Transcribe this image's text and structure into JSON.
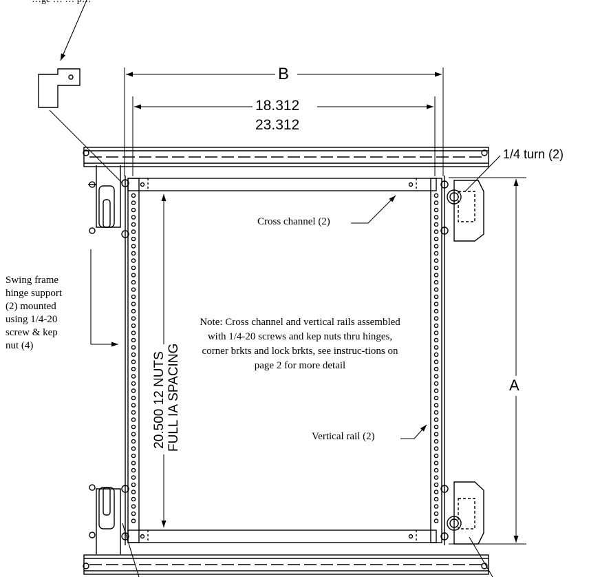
{
  "header_fragment": "…ge … … p…",
  "dimensions": {
    "B": "B",
    "width_line1": "18.312",
    "width_line2": "23.312",
    "height_line1": "20.500  12 NUTS",
    "height_line2": "FULL IA SPACING",
    "A": "A"
  },
  "callouts": {
    "quarter_turn": "1/4 turn (2)",
    "cross_channel": "Cross channel (2)",
    "vertical_rail": "Vertical rail (2)",
    "swing_frame": [
      "Swing frame",
      "hinge support",
      "(2) mounted",
      "using 1/4-20",
      "screw & kep",
      "nut (4)"
    ]
  },
  "note": "Note:  Cross channel and vertical rails assembled with 1/4-20 screws and kep nuts thru hinges, corner brkts and lock brkts, see instruc-tions on page 2 for more detail",
  "colors": {
    "line": "#000000",
    "background": "#ffffff"
  }
}
